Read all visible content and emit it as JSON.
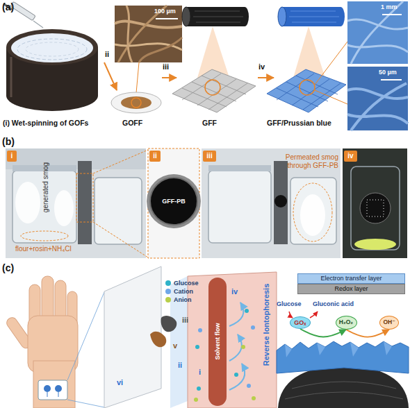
{
  "diagram": {
    "nodes": [
      {
        "text": [
          "i"
        ]
      },
      {
        "text": [
          "ii"
        ]
      },
      {
        "text": [
          "GFF-PB"
        ]
      },
      {
        "text": [
          "iii"
        ]
      },
      {
        "text": [
          "iv"
        ]
      },
      {
        "text": [
          "Electron transfer layer"
        ]
      },
      {
        "text": [
          "Redox layer"
        ]
      },
      {
        "text": [
          "GOₓ"
        ]
      },
      {
        "text": [
          "H₂O₂"
        ]
      },
      {
        "text": [
          "OH⁻"
        ]
      }
    ],
    "edges": [
      {
        "from": 7,
        "to": 8,
        "arrow": "to"
      },
      {
        "from": 8,
        "to": 9,
        "arrow": "to"
      }
    ],
    "labels": [
      "(a)",
      "100 µm",
      "1 mm",
      "ii",
      "iii",
      "iv",
      "50 µm",
      "(i) Wet-spinning of GOFs",
      "GOFF",
      "GFF",
      "GFF/Prussian blue",
      "(b)",
      "generated smog",
      "Permeated smog through GFF-PB",
      "flour+rosin+NH₄Cl",
      "(c)",
      "iii",
      "iv",
      "v",
      "ii",
      "i",
      "Solvent flow",
      "Reverse Iontophoresis",
      "vi",
      "Glucose",
      "Gluconic acid"
    ],
    "legend": [
      {
        "text": "Glucose",
        "color": "#2fb3c9"
      },
      {
        "text": "Cation",
        "color": "#6fa8e8"
      },
      {
        "text": "Anion",
        "color": "#b8cf4a"
      }
    ]
  }
}
